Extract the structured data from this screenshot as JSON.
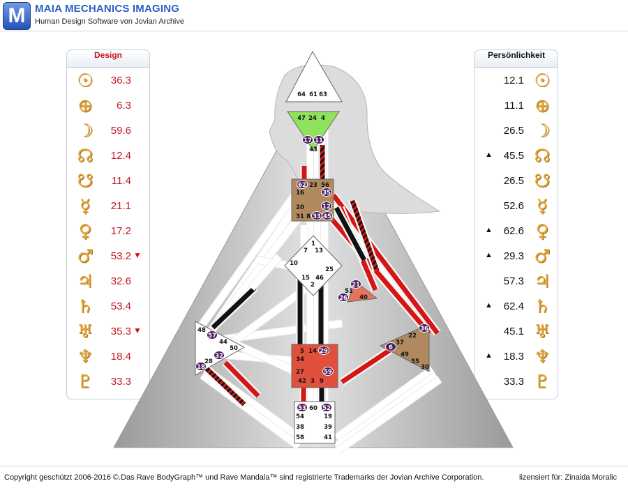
{
  "header": {
    "logo_letter": "M",
    "title": "MAIA MECHANICS IMAGING",
    "subtitle": "Human Design Software von Jovian Archive"
  },
  "design": {
    "title": "Design",
    "rows": [
      {
        "icon": "sun-icon",
        "glyph": "☉",
        "value": "36.3",
        "marker": ""
      },
      {
        "icon": "earth-icon",
        "glyph": "⊕",
        "value": "6.3",
        "marker": ""
      },
      {
        "icon": "moon-icon",
        "glyph": "☽",
        "value": "59.6",
        "marker": ""
      },
      {
        "icon": "north-node-icon",
        "glyph": "☊",
        "value": "12.4",
        "marker": ""
      },
      {
        "icon": "south-node-icon",
        "glyph": "☋",
        "value": "11.4",
        "marker": ""
      },
      {
        "icon": "mercury-icon",
        "glyph": "☿",
        "value": "21.1",
        "marker": ""
      },
      {
        "icon": "venus-icon",
        "glyph": "♀",
        "value": "17.2",
        "marker": ""
      },
      {
        "icon": "mars-icon",
        "glyph": "♂",
        "value": "53.2",
        "marker": "▼"
      },
      {
        "icon": "jupiter-icon",
        "glyph": "♃",
        "value": "32.6",
        "marker": ""
      },
      {
        "icon": "saturn-icon",
        "glyph": "♄",
        "value": "53.4",
        "marker": ""
      },
      {
        "icon": "uranus-icon",
        "glyph": "♅",
        "value": "35.3",
        "marker": "▼"
      },
      {
        "icon": "neptune-icon",
        "glyph": "♆",
        "value": "18.4",
        "marker": ""
      },
      {
        "icon": "pluto-icon",
        "glyph": "♇",
        "value": "33.3",
        "marker": ""
      }
    ]
  },
  "personality": {
    "title": "Persönlichkeit",
    "rows": [
      {
        "icon": "sun-icon",
        "glyph": "☉",
        "value": "12.1",
        "marker": ""
      },
      {
        "icon": "earth-icon",
        "glyph": "⊕",
        "value": "11.1",
        "marker": ""
      },
      {
        "icon": "moon-icon",
        "glyph": "☽",
        "value": "26.5",
        "marker": ""
      },
      {
        "icon": "north-node-icon",
        "glyph": "☊",
        "value": "45.5",
        "marker": "▲"
      },
      {
        "icon": "south-node-icon",
        "glyph": "☋",
        "value": "26.5",
        "marker": ""
      },
      {
        "icon": "mercury-icon",
        "glyph": "☿",
        "value": "52.6",
        "marker": ""
      },
      {
        "icon": "venus-icon",
        "glyph": "♀",
        "value": "62.6",
        "marker": "▲"
      },
      {
        "icon": "mars-icon",
        "glyph": "♂",
        "value": "29.3",
        "marker": "▲"
      },
      {
        "icon": "jupiter-icon",
        "glyph": "♃",
        "value": "57.3",
        "marker": ""
      },
      {
        "icon": "saturn-icon",
        "glyph": "♄",
        "value": "62.4",
        "marker": "▲"
      },
      {
        "icon": "uranus-icon",
        "glyph": "♅",
        "value": "45.1",
        "marker": ""
      },
      {
        "icon": "neptune-icon",
        "glyph": "♆",
        "value": "18.3",
        "marker": "▲"
      },
      {
        "icon": "pluto-icon",
        "glyph": "♇",
        "value": "33.3",
        "marker": ""
      }
    ]
  },
  "colors": {
    "design": "#c8161d",
    "personality": "#111111",
    "head_center": "#ffffff",
    "ajna_center": "#8fe35a",
    "throat_center": "#b08a5e",
    "g_center": "#ffffff",
    "heart_center": "#e8735f",
    "spleen_center": "#ffffff",
    "sacral_center": "#e0503c",
    "solar_plexus_center": "#b08a5e",
    "root_center": "#ffffff",
    "gate_badge": "#4b1d5e"
  },
  "bodygraph": {
    "head_gates": [
      "64",
      "61",
      "63"
    ],
    "ajna_gates": [
      "47",
      "24",
      "4",
      "17",
      "11",
      "43"
    ],
    "throat_gates": [
      "62",
      "23",
      "56",
      "16",
      "35",
      "20",
      "12",
      "31",
      "8",
      "33",
      "45"
    ],
    "g_gates": [
      "1",
      "7",
      "13",
      "10",
      "25",
      "15",
      "46",
      "2"
    ],
    "heart_gates": [
      "21",
      "51",
      "26",
      "40"
    ],
    "spleen_gates": [
      "48",
      "57",
      "44",
      "50",
      "28",
      "32",
      "18"
    ],
    "sacral_gates": [
      "5",
      "14",
      "29",
      "34",
      "59",
      "27",
      "42",
      "3",
      "9"
    ],
    "solar_gates": [
      "36",
      "22",
      "37",
      "6",
      "49",
      "55",
      "30"
    ],
    "root_gates": [
      "53",
      "60",
      "52",
      "54",
      "19",
      "38",
      "39",
      "58",
      "41"
    ]
  },
  "footer": {
    "copyright": "Copyright geschützt 2006-2016 ©.Das Rave BodyGraph™ und Rave Mandala™ sind registrierte Trademarks der Jovian Archive Corporation.",
    "license": "lizensiert für: Zinaida Moralic"
  }
}
